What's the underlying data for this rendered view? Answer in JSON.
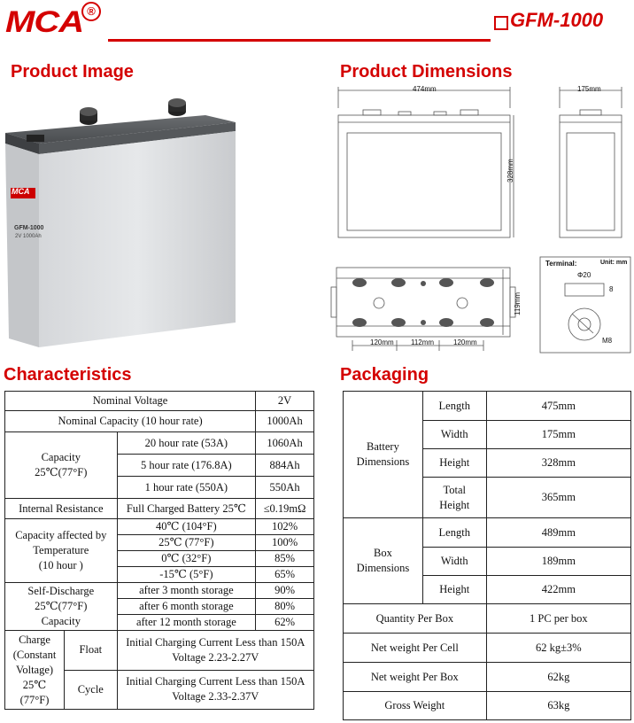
{
  "header": {
    "logo": "MCA",
    "registered": "®",
    "model": "GFM-1000"
  },
  "sections": {
    "product_image": "Product Image",
    "product_dimensions": "Product Dimensions",
    "characteristics": "Characteristics",
    "packaging": "Packaging"
  },
  "battery_label": {
    "brand": "MCA",
    "model": "GFM-1000",
    "rating": "2V 1000Ah"
  },
  "dimension_labels": {
    "length": "474mm",
    "width": "175mm",
    "height": "328mm",
    "hole_height": "119mm",
    "gap1": "120mm",
    "gap2": "112mm",
    "gap3": "120mm",
    "terminal_title": "Terminal:",
    "terminal_unit": "Unit: mm",
    "terminal_dia": "Φ20",
    "terminal_h": "8",
    "terminal_bolt": "M8"
  },
  "characteristics": {
    "nominal_voltage": {
      "label": "Nominal Voltage",
      "value": "2V"
    },
    "nominal_capacity": {
      "label": "Nominal Capacity (10 hour rate)",
      "value": "1000Ah"
    },
    "capacity": {
      "label": "Capacity",
      "label2": "25℃(77°F)",
      "rows": [
        {
          "label": "20 hour rate (53A)",
          "value": "1060Ah"
        },
        {
          "label": "5 hour rate (176.8A)",
          "value": "884Ah"
        },
        {
          "label": "1 hour rate (550A)",
          "value": "550Ah"
        }
      ]
    },
    "internal_resistance": {
      "label": "Internal Resistance",
      "condition": "Full Charged Battery 25℃",
      "value": "≤0.19mΩ"
    },
    "temp": {
      "label": "Capacity affected by",
      "label2": "Temperature",
      "label3": "(10 hour )",
      "rows": [
        {
          "label": "40℃ (104°F)",
          "value": "102%"
        },
        {
          "label": "25℃ (77°F)",
          "value": "100%"
        },
        {
          "label": "0℃ (32°F)",
          "value": "85%"
        },
        {
          "label": "-15℃ (5°F)",
          "value": "65%"
        }
      ]
    },
    "self_discharge": {
      "label": "Self-Discharge",
      "label2": "25℃(77°F)",
      "label3": "Capacity",
      "rows": [
        {
          "label": "after 3 month storage",
          "value": "90%"
        },
        {
          "label": "after 6 month storage",
          "value": "80%"
        },
        {
          "label": "after 12 month storage",
          "value": "62%"
        }
      ]
    },
    "charge": {
      "label": "Charge",
      "label2": "(Constant",
      "label3": "Voltage)",
      "label4": "25℃",
      "label5": "(77°F)",
      "float": {
        "mode": "Float",
        "line1": "Initial Charging Current Less than 150A",
        "line2": "Voltage 2.23-2.27V"
      },
      "cycle": {
        "mode": "Cycle",
        "line1": "Initial Charging Current Less than 150A",
        "line2": "Voltage 2.33-2.37V"
      }
    }
  },
  "packaging": {
    "battery_dim": {
      "label": "Battery",
      "label2": "Dimensions",
      "length": {
        "label": "Length",
        "value": "475mm"
      },
      "width": {
        "label": "Width",
        "value": "175mm"
      },
      "height": {
        "label": "Height",
        "value": "328mm"
      },
      "total_height": {
        "label": "Total",
        "label2": "Height",
        "value": "365mm"
      }
    },
    "box_dim": {
      "label": "Box",
      "label2": "Dimensions",
      "length": {
        "label": "Length",
        "value": "489mm"
      },
      "width": {
        "label": "Width",
        "value": "189mm"
      },
      "height": {
        "label": "Height",
        "value": "422mm"
      }
    },
    "quantity": {
      "label": "Quantity Per Box",
      "value": "1 PC per box"
    },
    "net_cell": {
      "label": "Net weight Per Cell",
      "value": "62 kg±3%"
    },
    "net_box": {
      "label": "Net weight Per Box",
      "value": "62kg"
    },
    "gross": {
      "label": "Gross Weight",
      "value": "63kg"
    }
  }
}
